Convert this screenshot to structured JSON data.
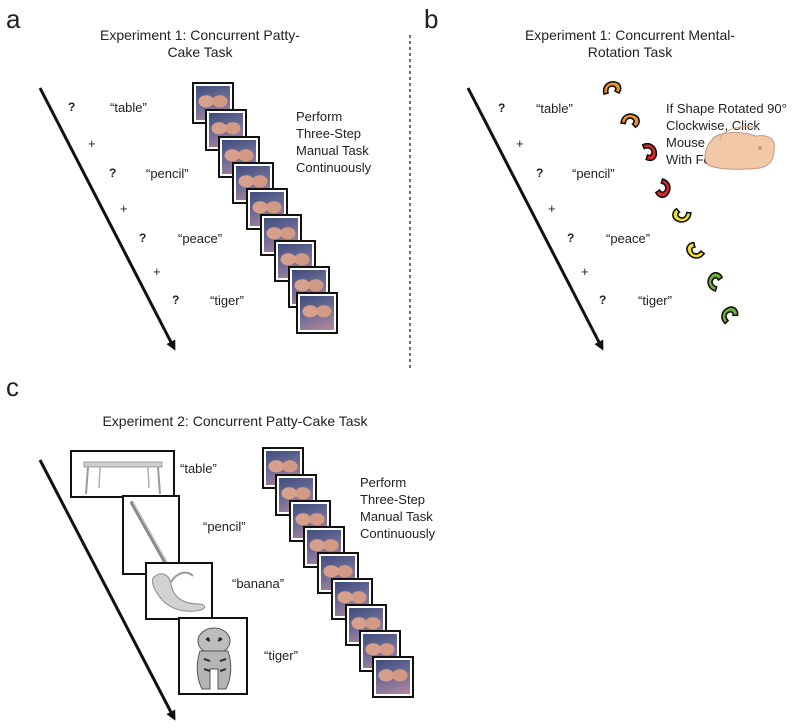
{
  "panel_a": {
    "letter": "a",
    "title_line1": "Experiment 1: Concurrent Patty-",
    "title_line2": "Cake Task",
    "trials": [
      {
        "q": "?",
        "word": "“table”"
      },
      {
        "q": "?",
        "word": "“pencil”"
      },
      {
        "q": "?",
        "word": "“peace”"
      },
      {
        "q": "?",
        "word": "“tiger”"
      }
    ],
    "fixation": "+",
    "instruction": [
      "Perform",
      "Three-Step",
      "Manual Task",
      "Continuously"
    ]
  },
  "panel_b": {
    "letter": "b",
    "title_line1": "Experiment 1: Concurrent Mental-",
    "title_line2": "Rotation Task",
    "trials": [
      {
        "q": "?",
        "word": "“table”"
      },
      {
        "q": "?",
        "word": "“pencil”"
      },
      {
        "q": "?",
        "word": "“peace”"
      },
      {
        "q": "?",
        "word": "“tiger”"
      }
    ],
    "fixation": "+",
    "instruction": [
      "If Shape Rotated 90°",
      "Clockwise, Click Mouse",
      "With Foot"
    ],
    "shape_colors": [
      "#f0922b",
      "#f0922b",
      "#e0242b",
      "#e0242b",
      "#f4e12a",
      "#f4e12a",
      "#6fae3c",
      "#6fae3c"
    ]
  },
  "panel_c": {
    "letter": "c",
    "title": "Experiment 2: Concurrent Patty-Cake Task",
    "words": [
      "“table”",
      "“pencil”",
      "“banana”",
      "“tiger”"
    ],
    "picture_icons": [
      "table-picture",
      "pencil-picture",
      "banana-picture",
      "tiger-picture"
    ],
    "instruction": [
      "Perform",
      "Three-Step",
      "Manual Task",
      "Continuously"
    ]
  }
}
